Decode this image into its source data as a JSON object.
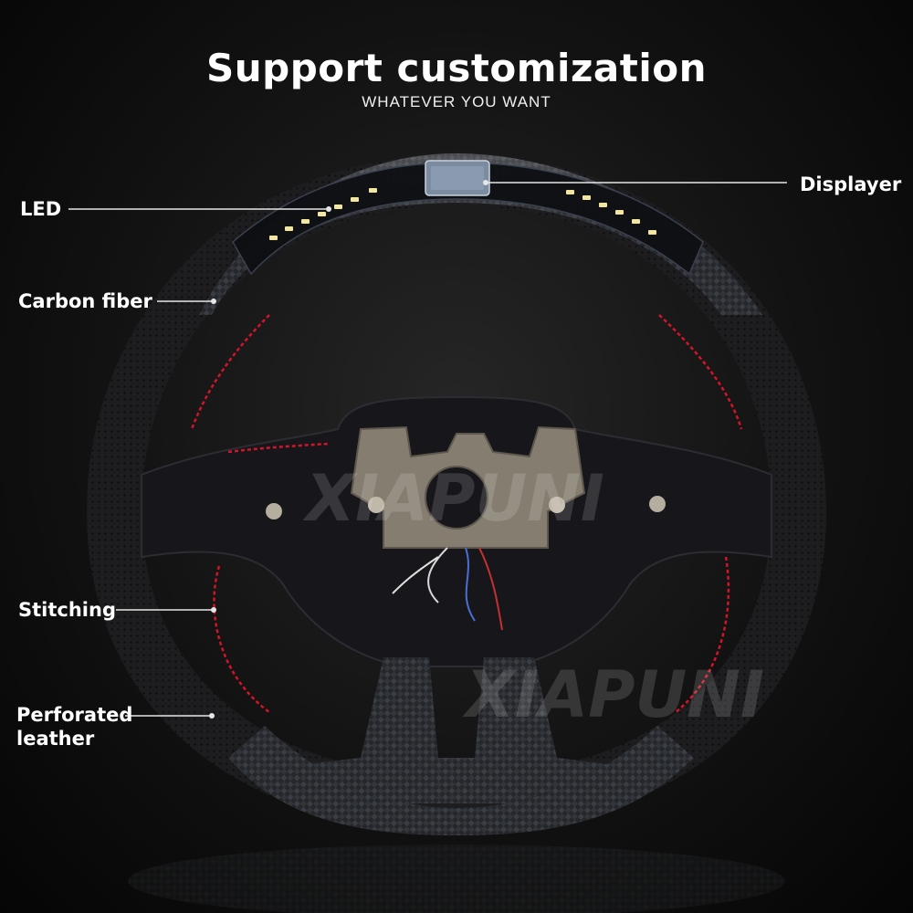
{
  "header": {
    "title": "Support customization",
    "subtitle": "WHATEVER YOU WANT"
  },
  "callouts": {
    "led": "LED",
    "displayer": "Displayer",
    "carbon_fiber": "Carbon fiber",
    "stitching": "Stitching",
    "perforated_leather_line1": "Perforated",
    "perforated_leather_line2": "leather"
  },
  "watermark": {
    "text_left": "XIAPUNI",
    "text_right": "XIAPUNI"
  },
  "colors": {
    "stitch": "#d4142a",
    "led": "#f2e6a0",
    "leather": "#1c1c1e",
    "carbon": "#2a2c30",
    "hub": "#16161a",
    "metal": "#8a8478"
  }
}
